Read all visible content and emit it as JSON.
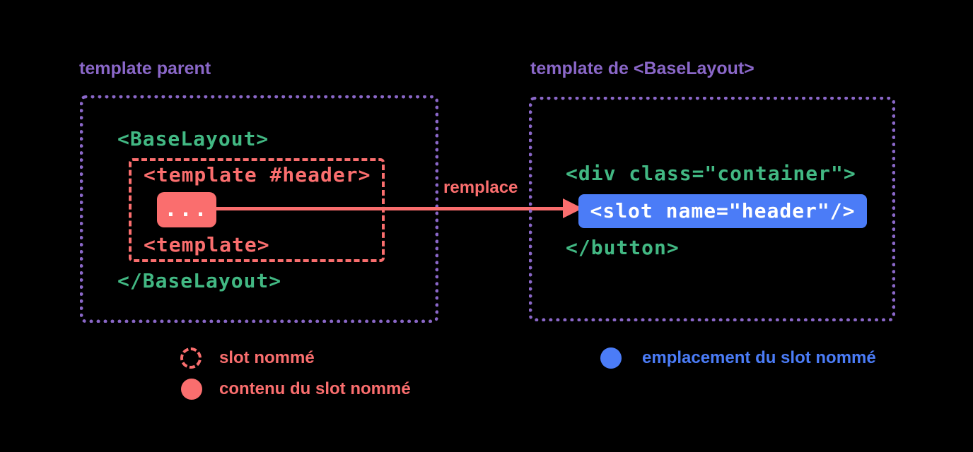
{
  "colors": {
    "background": "#000000",
    "purple": "#8a67c8",
    "green": "#42b883",
    "red": "#fa6e6e",
    "blue": "#4b7cf7",
    "white": "#ffffff"
  },
  "left_panel": {
    "title": "template parent",
    "code": {
      "open_tag": "<BaseLayout>",
      "slot_open_tag": "<template #header>",
      "slot_content": "...",
      "slot_close_tag": "<template>",
      "close_tag": "</BaseLayout>"
    }
  },
  "arrow": {
    "label": "remplace"
  },
  "right_panel": {
    "title": "template de <BaseLayout>",
    "code": {
      "open_tag": "<div class=\"container\">",
      "slot_tag": "<slot name=\"header\"/>",
      "close_tag": "</button>"
    }
  },
  "legend": {
    "items": [
      {
        "label": "slot nommé",
        "marker": "dashed-red-circle"
      },
      {
        "label": "contenu du slot nommé",
        "marker": "solid-red-circle"
      },
      {
        "label": "emplacement du slot nommé",
        "marker": "solid-blue-circle"
      }
    ]
  }
}
